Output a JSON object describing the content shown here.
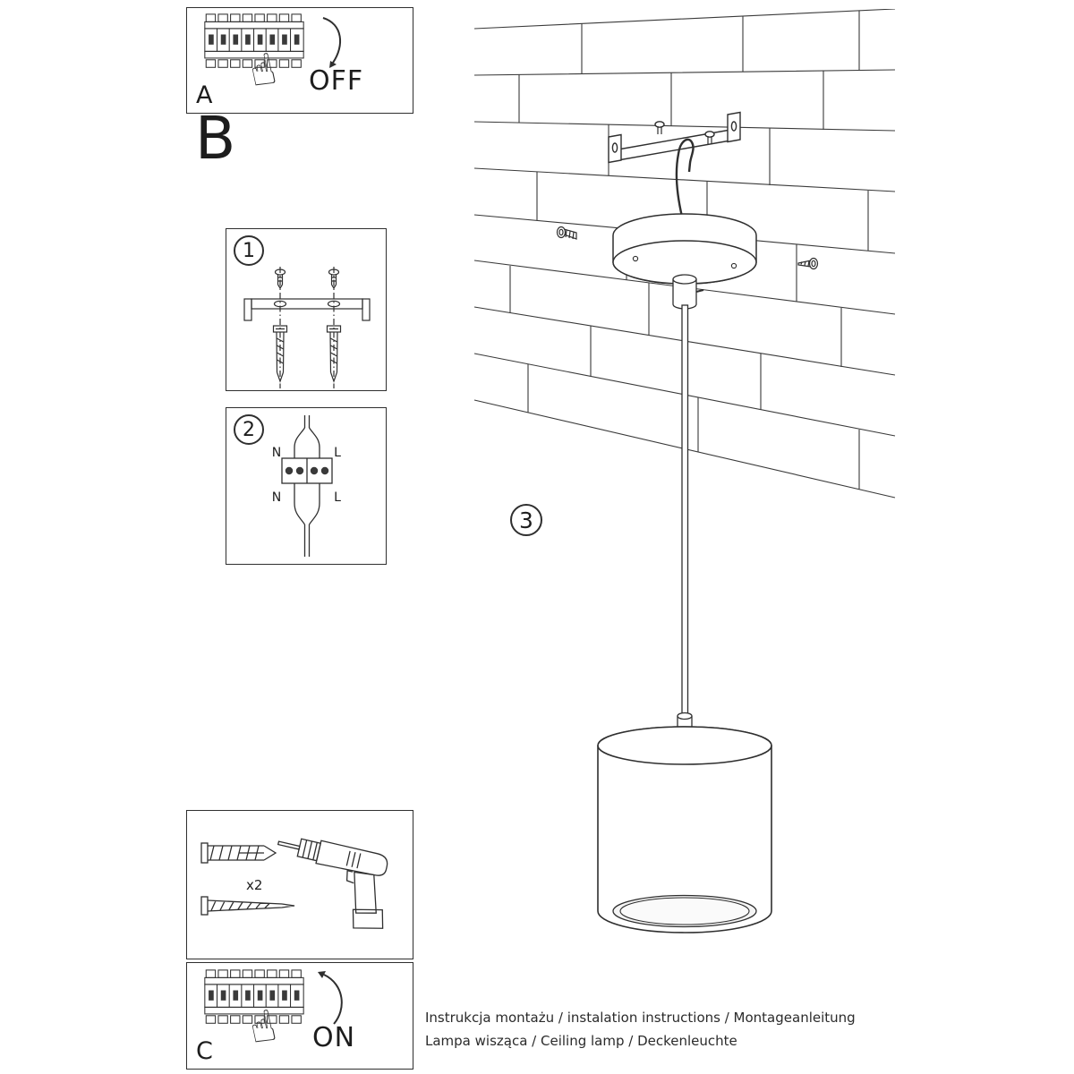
{
  "page": {
    "background": "#ffffff",
    "ink": "#2f2f2f"
  },
  "panels": {
    "a": {
      "label": "A",
      "action": "OFF"
    },
    "b": {
      "label": "B"
    },
    "c": {
      "label": "C",
      "action": "ON"
    }
  },
  "steps": {
    "one": {
      "number": "1"
    },
    "two": {
      "number": "2",
      "wire_labels": {
        "n_top": "N",
        "l_top": "L",
        "n_bottom": "N",
        "l_bottom": "L"
      }
    },
    "three": {
      "number": "3"
    }
  },
  "tools": {
    "anchor_quantity": "x2"
  },
  "footer": {
    "line1": "Instrukcja montażu / instalation instructions / Montageanleitung",
    "line2": "Lampa wisząca / Ceiling lamp / Deckenleuchte"
  }
}
